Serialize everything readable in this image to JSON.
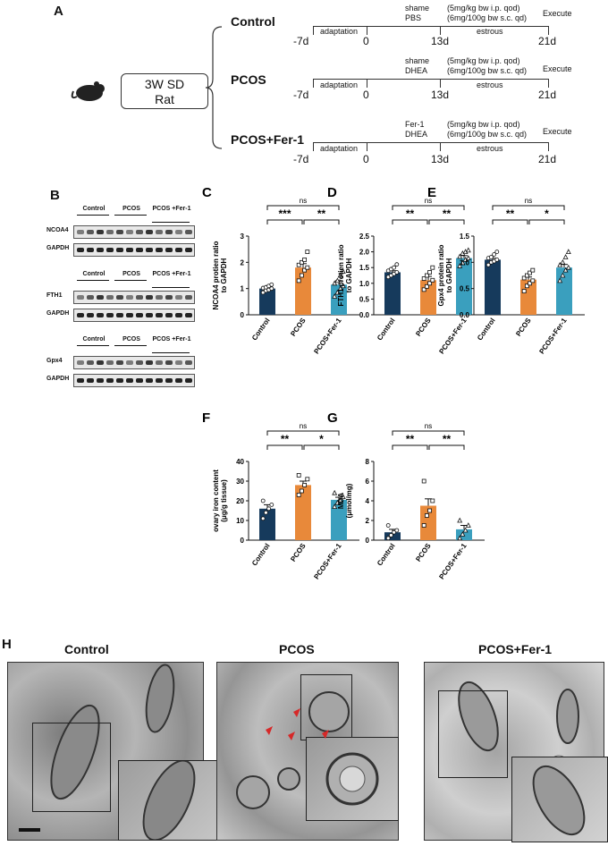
{
  "panelA": {
    "label": "A",
    "animal": "3W SD Rat",
    "animal_line1": "3W SD",
    "animal_line2": "Rat",
    "groups": [
      {
        "name": "Control",
        "treat1": "shame",
        "treat2": "PBS",
        "dose1": "(5mg/kg bw i.p. qod)",
        "dose2": "(6mg/100g bw s.c. qd)"
      },
      {
        "name": "PCOS",
        "treat1": "shame",
        "treat2": "DHEA",
        "dose1": "(5mg/kg bw i.p. qod)",
        "dose2": "(6mg/100g bw s.c. qd)"
      },
      {
        "name": "PCOS+Fer-1",
        "treat1": "Fer-1",
        "treat2": "DHEA",
        "dose1": "(5mg/kg bw i.p. qod)",
        "dose2": "(6mg/100g bw s.c. qd)"
      }
    ],
    "timeline": {
      "t_start": "-7d",
      "t_zero": "0",
      "t_mid": "13d",
      "t_end": "21d",
      "phase1": "adaptation",
      "phase2": "estrous",
      "execute": "Execute"
    }
  },
  "panelB": {
    "label": "B",
    "blots": [
      {
        "header": [
          "Control",
          "PCOS",
          "PCOS +Fer-1"
        ],
        "rows": [
          "NCOA4",
          "GAPDH"
        ]
      },
      {
        "header": [
          "Control",
          "PCOS",
          "PCOS +Fer-1"
        ],
        "rows": [
          "FTH1",
          "GAPDH"
        ]
      },
      {
        "header": [
          "Control",
          "PCOS",
          "PCOS +Fer-1"
        ],
        "rows": [
          "Gpx4",
          "GAPDH"
        ]
      }
    ]
  },
  "chart_data": [
    {
      "panel": "C",
      "type": "bar",
      "categories": [
        "Control",
        "PCOS",
        "PCOS+Fer-1"
      ],
      "values": [
        1.0,
        1.8,
        1.15
      ],
      "errors": [
        0.05,
        0.15,
        0.15
      ],
      "ylabel": "NCOA4 protien ratio to GAPDH",
      "ylim": [
        0,
        3
      ],
      "yticks": [
        "0",
        "1",
        "2",
        "3"
      ],
      "points": [
        [
          0.85,
          0.92,
          0.95,
          1.0,
          1.02,
          1.05,
          1.1,
          1.15
        ],
        [
          1.3,
          1.5,
          1.7,
          1.8,
          1.9,
          2.0,
          2.1,
          2.4
        ],
        [
          0.7,
          0.85,
          1.0,
          1.1,
          1.2,
          1.3,
          1.5,
          1.65
        ]
      ],
      "sig": [
        [
          "***",
          "**"
        ],
        [
          "ns"
        ]
      ]
    },
    {
      "panel": "D",
      "type": "bar",
      "categories": [
        "Control",
        "PCOS",
        "PCOS+Fer-1"
      ],
      "values": [
        1.35,
        1.1,
        1.8
      ],
      "errors": [
        0.05,
        0.12,
        0.08
      ],
      "ylabel": "FTH1 protien ratio to GAPDH",
      "ylim": [
        0,
        2.5
      ],
      "yticks": [
        "0.0",
        "0.5",
        "1.0",
        "1.5",
        "2.0",
        "2.5"
      ],
      "points": [
        [
          1.2,
          1.25,
          1.3,
          1.35,
          1.4,
          1.45,
          1.5,
          1.6
        ],
        [
          0.8,
          0.9,
          1.0,
          1.1,
          1.15,
          1.25,
          1.35,
          1.5
        ],
        [
          1.55,
          1.65,
          1.75,
          1.8,
          1.85,
          1.95,
          2.0,
          2.05
        ]
      ],
      "sig": [
        [
          "**",
          "**"
        ],
        [
          "ns"
        ]
      ]
    },
    {
      "panel": "E",
      "type": "bar",
      "categories": [
        "Control",
        "PCOS",
        "PCOS+Fer-1"
      ],
      "values": [
        1.05,
        0.67,
        0.9
      ],
      "errors": [
        0.03,
        0.05,
        0.06
      ],
      "ylabel": "Gpx4 protein ratio to GAPDH",
      "ylim": [
        0,
        1.5
      ],
      "yticks": [
        "0.0",
        "0.5",
        "1.0",
        "1.5"
      ],
      "points": [
        [
          0.95,
          1.0,
          1.02,
          1.05,
          1.08,
          1.1,
          1.15,
          1.2
        ],
        [
          0.45,
          0.55,
          0.6,
          0.65,
          0.7,
          0.75,
          0.8,
          0.85
        ],
        [
          0.65,
          0.75,
          0.85,
          0.9,
          0.95,
          1.0,
          1.1,
          1.2
        ]
      ],
      "sig": [
        [
          "**",
          "*"
        ],
        [
          "ns"
        ]
      ]
    },
    {
      "panel": "F",
      "type": "bar",
      "categories": [
        "Control",
        "PCOS",
        "PCOS+Fer-1"
      ],
      "values": [
        16,
        28,
        20.5
      ],
      "errors": [
        2,
        2,
        1.3
      ],
      "ylabel": "ovary iron content (μg/g tissue)",
      "ylim": [
        0,
        40
      ],
      "yticks": [
        "0",
        "10",
        "20",
        "30",
        "40"
      ],
      "points": [
        [
          11,
          14,
          16,
          18,
          20
        ],
        [
          23,
          25,
          28,
          31,
          33
        ],
        [
          17,
          19,
          20,
          22,
          24
        ]
      ],
      "sig": [
        [
          "**",
          "*"
        ],
        [
          "ns"
        ]
      ]
    },
    {
      "panel": "G",
      "type": "bar",
      "categories": [
        "Control",
        "PCOS",
        "PCOS+Fer-1"
      ],
      "values": [
        0.8,
        3.5,
        1.1
      ],
      "errors": [
        0.3,
        0.7,
        0.4
      ],
      "ylabel": "MDA (μmol/mg)",
      "ylim": [
        0,
        8
      ],
      "yticks": [
        "0",
        "2",
        "4",
        "6",
        "8"
      ],
      "points": [
        [
          0.2,
          0.5,
          0.8,
          1.0,
          1.5
        ],
        [
          1.5,
          2.5,
          3.0,
          4.0,
          6.0
        ],
        [
          0.2,
          0.6,
          1.0,
          1.5,
          2.0
        ]
      ],
      "sig": [
        [
          "**",
          "**"
        ],
        [
          "ns"
        ]
      ]
    }
  ],
  "panelH": {
    "label": "H",
    "titles": [
      "Control",
      "PCOS",
      "PCOS+Fer-1"
    ]
  },
  "colors": {
    "control": "#163a5c",
    "pcos": "#e8893a",
    "fer1": "#3a9fbe",
    "arrow": "#d62828"
  }
}
